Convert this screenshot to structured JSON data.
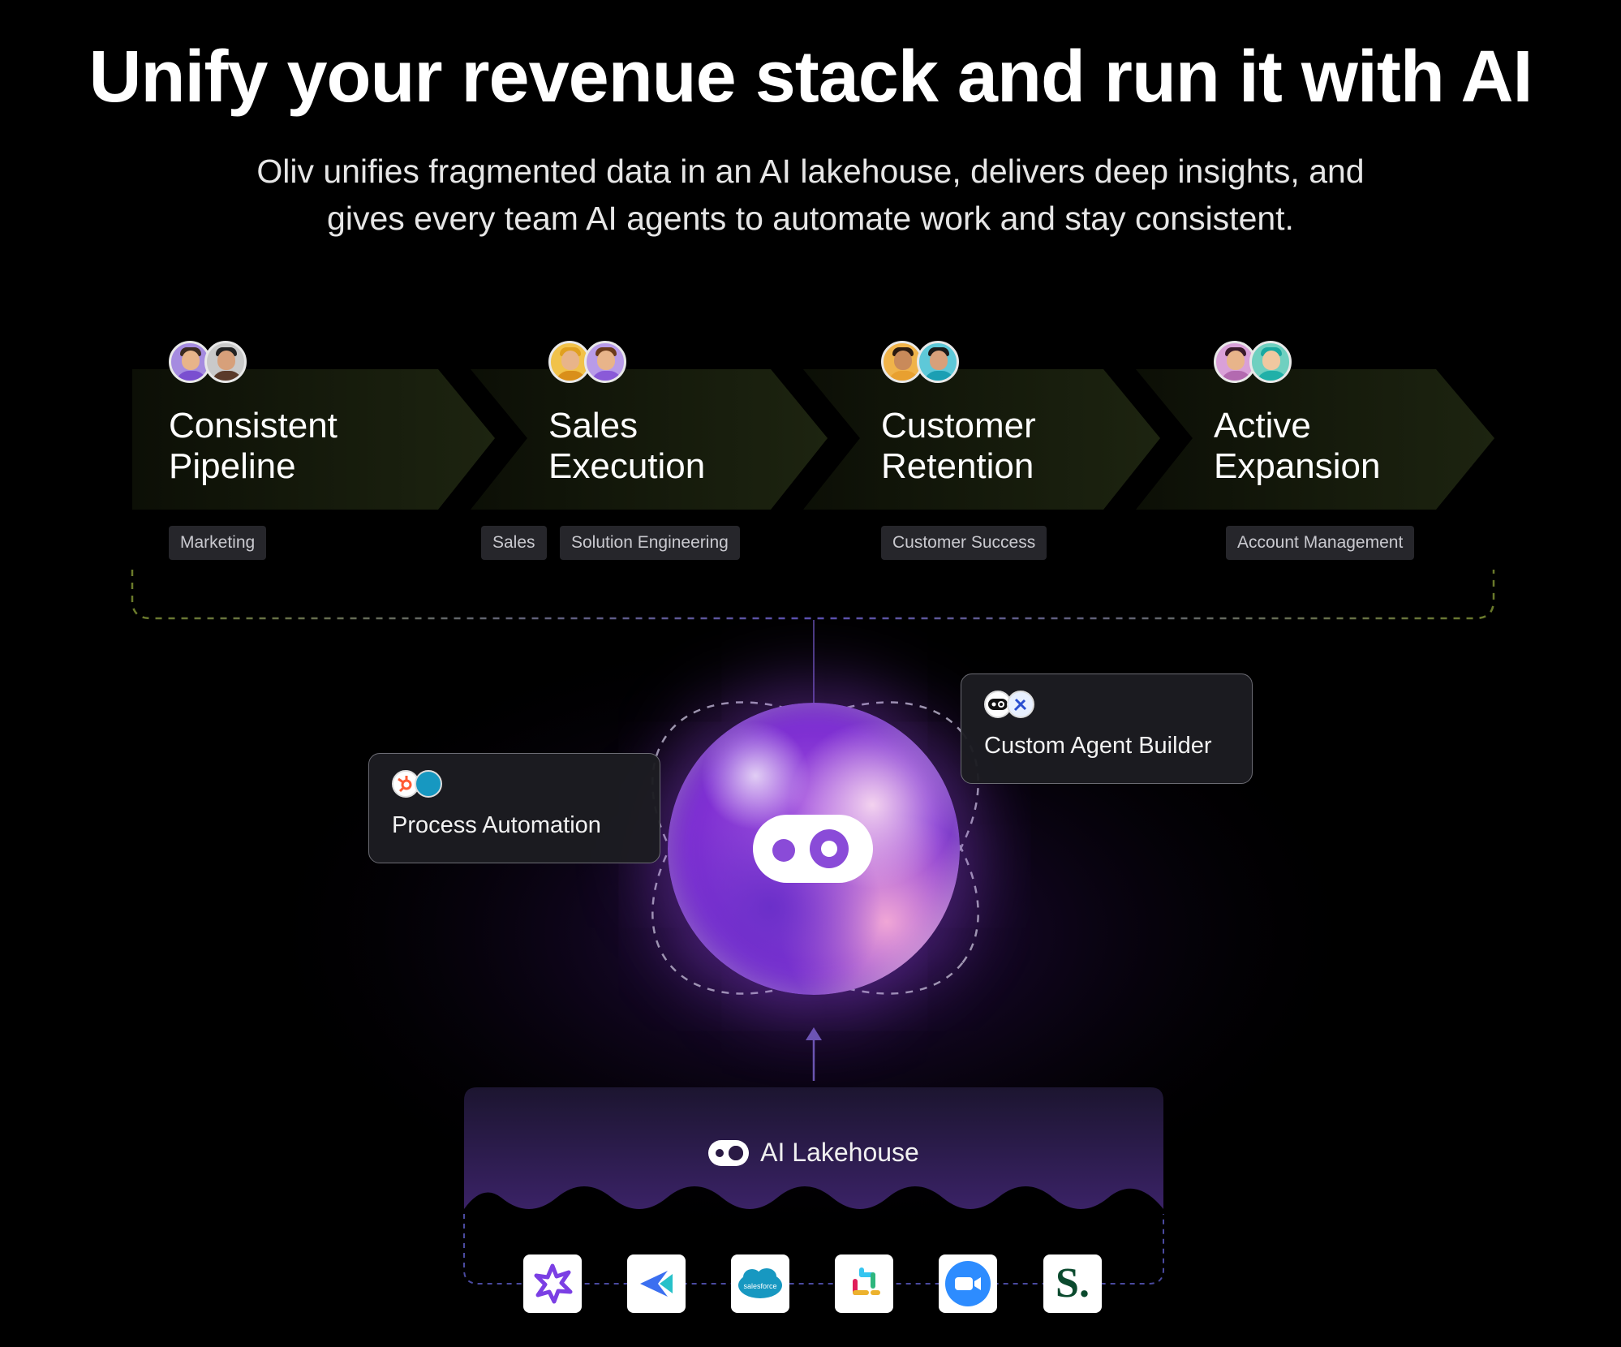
{
  "hero": {
    "title": "Unify your revenue stack and run it with AI",
    "subtitle_line1": "Oliv unifies fragmented data in an AI lakehouse, delivers deep insights, and",
    "subtitle_line2": "gives every team AI agents to automate work and stay consistent."
  },
  "stages": [
    {
      "title_line1": "Consistent",
      "title_line2": "Pipeline",
      "tags": [
        "Marketing"
      ]
    },
    {
      "title_line1": "Sales",
      "title_line2": "Execution",
      "tags": [
        "Sales",
        "Solution Engineering"
      ]
    },
    {
      "title_line1": "Customer",
      "title_line2": "Retention",
      "tags": [
        "Customer Success"
      ]
    },
    {
      "title_line1": "Active",
      "title_line2": "Expansion",
      "tags": [
        "Account Management"
      ]
    }
  ],
  "cards": {
    "process_automation": {
      "label": "Process Automation",
      "icons": [
        "hubspot-icon",
        "salesforce-icon"
      ]
    },
    "custom_agent_builder": {
      "label": "Custom Agent Builder",
      "icons": [
        "oliv-logo-icon",
        "tools-icon"
      ]
    }
  },
  "core": {
    "icon": "oliv-logo-icon"
  },
  "lakehouse": {
    "title": "AI Lakehouse",
    "sources": [
      {
        "icon": "gong-icon",
        "color": "#7b3fe4"
      },
      {
        "icon": "outreach-icon",
        "color": "#3b6ff0"
      },
      {
        "icon": "salesforce-icon",
        "color": "#1798c1",
        "text": "salesforce"
      },
      {
        "icon": "slack-icon",
        "color": "#e01e5a"
      },
      {
        "icon": "zoom-icon",
        "color": "#2d8cff"
      },
      {
        "icon": "salesloft-icon",
        "color": "#0b4a2e",
        "text": "S."
      }
    ]
  },
  "colors": {
    "background": "#000000",
    "accent_purple": "#8a4bd8",
    "stage_band": "#1a1f0f",
    "tag_bg": "#26262b"
  }
}
